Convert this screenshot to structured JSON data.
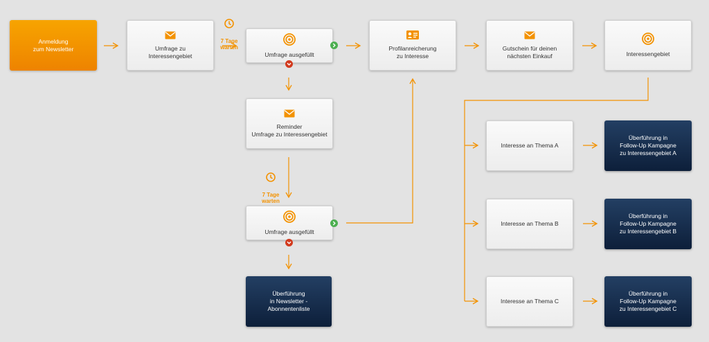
{
  "colors": {
    "background": "#e3e3e3",
    "accent": "#f39200",
    "start_box": "#f39200",
    "final_box": "#13294b",
    "yes_badge": "#4caf50",
    "no_badge": "#d23a1e"
  },
  "nodes": {
    "start": "Anmeldung\nzum Newsletter",
    "survey": "Umfrage zu\nInteressengebiet",
    "filled1": "Umfrage ausgefüllt",
    "profile": "Profilanreicherung\nzu Interesse",
    "voucher": "Gutschein für deinen\nnächsten Einkauf",
    "interest": "Interessengebiet",
    "reminder": "Reminder\nUmfrage zu Interessengebiet",
    "filled2": "Umfrage ausgefüllt",
    "newsletter_list": "Überführung\nin Newsletter -\nAbonnentenliste",
    "topic_a": "Interesse an Thema A",
    "topic_b": "Interesse an Thema B",
    "topic_c": "Interesse an Thema C",
    "followup_a": "Überführung in\nFollow-Up Kampagne\nzu Interessengebiet A",
    "followup_b": "Überführung in\nFollow-Up Kampagne\nzu Interessengebiet B",
    "followup_c": "Überführung in\nFollow-Up Kampagne\nzu Interessengebiet C"
  },
  "waits": {
    "wait1": "7 Tage\nwarten",
    "wait2": "7 Tage\nwarten"
  },
  "icons": {
    "survey": "mail-icon",
    "filled1": "target-icon",
    "profile": "id-card-icon",
    "voucher": "mail-icon",
    "interest": "target-icon",
    "reminder": "mail-icon",
    "filled2": "target-icon",
    "wait": "clock-icon",
    "yes": "chevron-right-badge",
    "no": "chevron-down-badge"
  }
}
